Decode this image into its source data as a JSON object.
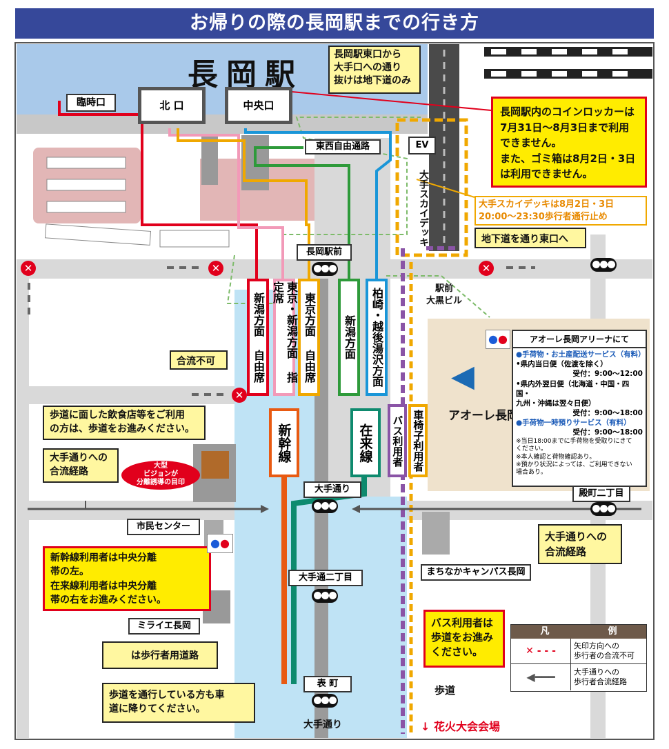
{
  "title": "お帰りの際の長岡駅までの行き方",
  "station_name": "長岡駅",
  "exits": {
    "temporary": "臨時口",
    "north": "北 口",
    "central": "中央口",
    "east_west_passage": "東西自由通路",
    "ev": "EV"
  },
  "skydeck": "大手スカイデッキ",
  "notes": {
    "east_exit": "長岡駅東口から\n大手口への通り\n抜けは地下道のみ",
    "lockers": "長岡駅内のコインロッカーは\n7月31日〜8月3日まで利用\nできません。\nまた、ゴミ箱は8月2日・3日\nは利用できません。",
    "skydeck_closed": "大手スカイデッキは8月2日・3日\n20:00〜23:30歩行者通行止め",
    "underpass": "地下道を通り東口へ",
    "no_merge": "合流不可",
    "restaurants": "歩道に面した飲食店等をご利用\nの方は、歩道をお進みください。",
    "merge_route_left": "大手通りへの\n合流経路",
    "merge_route_right": "大手通りへの\n合流経路",
    "big_vision": "大型\nビジョンが\n分離誘導の目印",
    "shinkansen_info": "新幹線利用者は中央分離\n帯の左。\n在来線利用者は中央分離\n帯の右をお進みください。",
    "pedestrian_road": "は歩行者用道路",
    "sidewalk_users": "歩道を通行している方も車\n道に降りてください。",
    "bus_users": "バス利用者は\n歩道をお進み\nください。"
  },
  "places": {
    "nagaoka_ekimae": "長岡駅前",
    "ekimae_daikoku": "駅前\n大黒ビル",
    "aore": "アオーレ長岡",
    "tonomachi": "殿町二丁目",
    "ote_dori": "大手通り",
    "ote_dori_2": "大手通二丁目",
    "civic_center": "市民センター",
    "machinaka": "まちなかキャンパス長岡",
    "mirai": "ミライエ長岡",
    "omotemachi": "表 町",
    "ote_dori_bottom": "大手通り",
    "sidewalk": "歩道",
    "fireworks": "↓ 花火大会会場"
  },
  "route_tags": [
    {
      "text": "新潟方面 自由席",
      "color": "#e1001c"
    },
    {
      "text": "東京・新潟方面 指定席",
      "color": "#f29ab8"
    },
    {
      "text": "東京方面 自由席",
      "color": "#f0a800"
    },
    {
      "text": "新潟方面",
      "color": "#2e9a3a"
    },
    {
      "text": "柏崎・越後湯沢方面",
      "color": "#1a96d8"
    }
  ],
  "lines": {
    "shinkansen": "新幹線",
    "zairaisen": "在来線",
    "bus": "バス利用者",
    "wheelchair": "車椅子利用者"
  },
  "arena": {
    "title": "アオーレ長岡アリーナにて",
    "s1": "●手荷物・お土産配送サービス（有料）",
    "s1a": "•県内当日便（佐渡を除く）",
    "s1a_time": "受付：9:00〜12:00",
    "s1b": "•県内外翌日便（北海道・中国・四国・\n九州・沖縄は翌々日便）",
    "s1b_time": "受付：9:00〜18:00",
    "s2": "●手荷物一時預りサービス（有料）",
    "s2_time": "受付：9:00〜18:00",
    "n1": "※当日18:00までに手荷物を受取りにきて\nください。",
    "n2": "※本人確認と荷物確認あり。",
    "n3": "※預かり状況によっては、ご利用できない\n場合あり。"
  },
  "legend": {
    "title_a": "凡",
    "title_b": "例",
    "row1": "矢印方向への\n歩行者の合流不可",
    "row2": "大手通りへの\n歩行者合流経路"
  }
}
